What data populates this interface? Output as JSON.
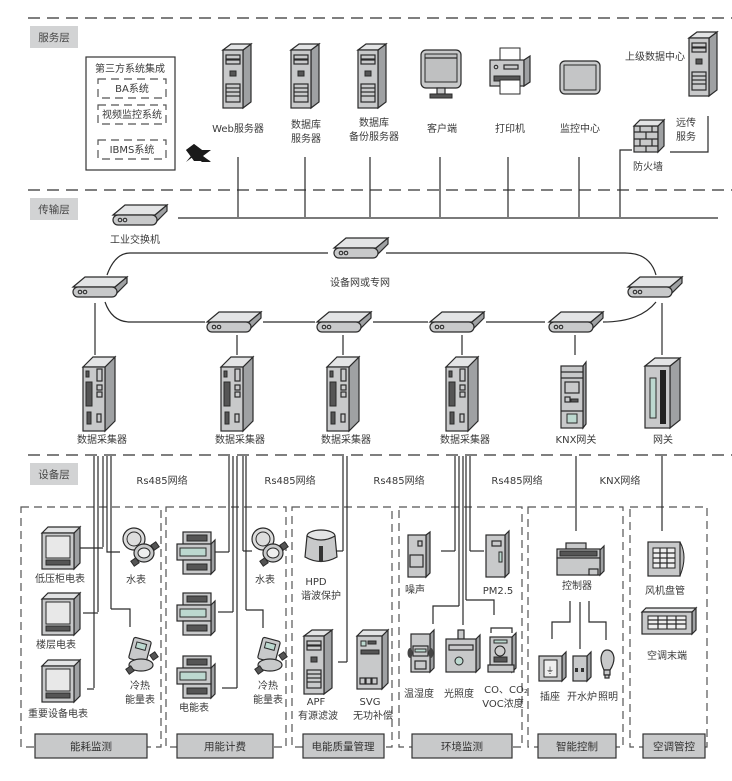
{
  "layers": {
    "service": "服务层",
    "transport": "传输层",
    "device": "设备层"
  },
  "service_layer": {
    "third_party": {
      "title": "第三方系统集成",
      "items": [
        "BA系统",
        "视频监控系统",
        "IBMS系统"
      ]
    },
    "web_server": "Web服务器",
    "db_server": [
      "数据库",
      "服务器"
    ],
    "db_backup": [
      "数据库",
      "备份服务器"
    ],
    "client": "客户端",
    "printer": "打印机",
    "monitor_center": "监控中心",
    "upper_dc": "上级数据中心",
    "remote_service": [
      "远传",
      "服务"
    ],
    "firewall": "防火墙"
  },
  "transport_layer": {
    "industrial_switch": "工业交换机",
    "network": "设备网或专网"
  },
  "collectors": {
    "data_collector": "数据采集器",
    "knx_gateway": "KNX网关",
    "gateway": "网关"
  },
  "networks": {
    "rs485": "Rs485网络",
    "knx": "KNX网络"
  },
  "groups": [
    {
      "name": "能耗监测",
      "devices": [
        "低压柜电表",
        "楼层电表",
        "重要设备电表",
        "水表",
        [
          "冷热",
          "能量表"
        ]
      ]
    },
    {
      "name": "用能计费",
      "devices": [
        "电能表",
        "水表",
        [
          "冷热",
          "能量表"
        ]
      ]
    },
    {
      "name": "电能质量管理",
      "devices": [
        [
          "HPD",
          "谐波保护"
        ],
        [
          "APF",
          "有源滤波"
        ],
        [
          "SVG",
          "无功补偿"
        ]
      ]
    },
    {
      "name": "环境监测",
      "devices": [
        "噪声",
        "PM2.5",
        "温湿度",
        "光照度",
        [
          "CO、CO₂",
          "VOC浓度"
        ]
      ]
    },
    {
      "name": "智能控制",
      "devices": [
        "控制器",
        "插座",
        "开水炉",
        "照明"
      ]
    },
    {
      "name": "空调管控",
      "devices": [
        "风机盘管",
        "空调末端"
      ]
    }
  ]
}
